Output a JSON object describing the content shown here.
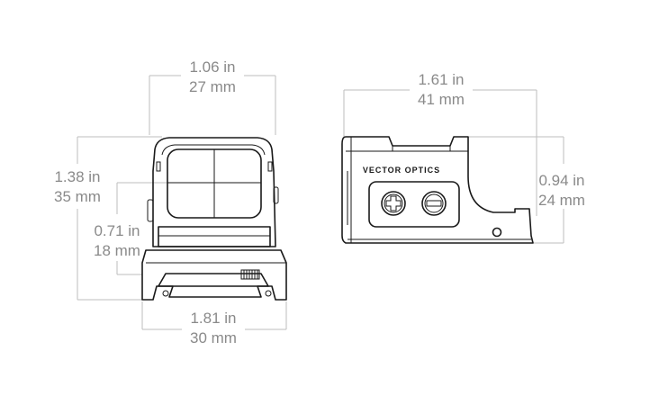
{
  "front_view": {
    "top_width": {
      "imperial": "1.06 in",
      "metric": "27 mm"
    },
    "height": {
      "imperial": "1.38 in",
      "metric": "35 mm"
    },
    "window_height": {
      "imperial": "0.71 in",
      "metric": "18 mm"
    },
    "base_width": {
      "imperial": "1.81 in",
      "metric": "30 mm"
    }
  },
  "side_view": {
    "length": {
      "imperial": "1.61 in",
      "metric": "41 mm"
    },
    "height": {
      "imperial": "0.94 in",
      "metric": "24 mm"
    },
    "brand_text": "VECTOR OPTICS"
  }
}
